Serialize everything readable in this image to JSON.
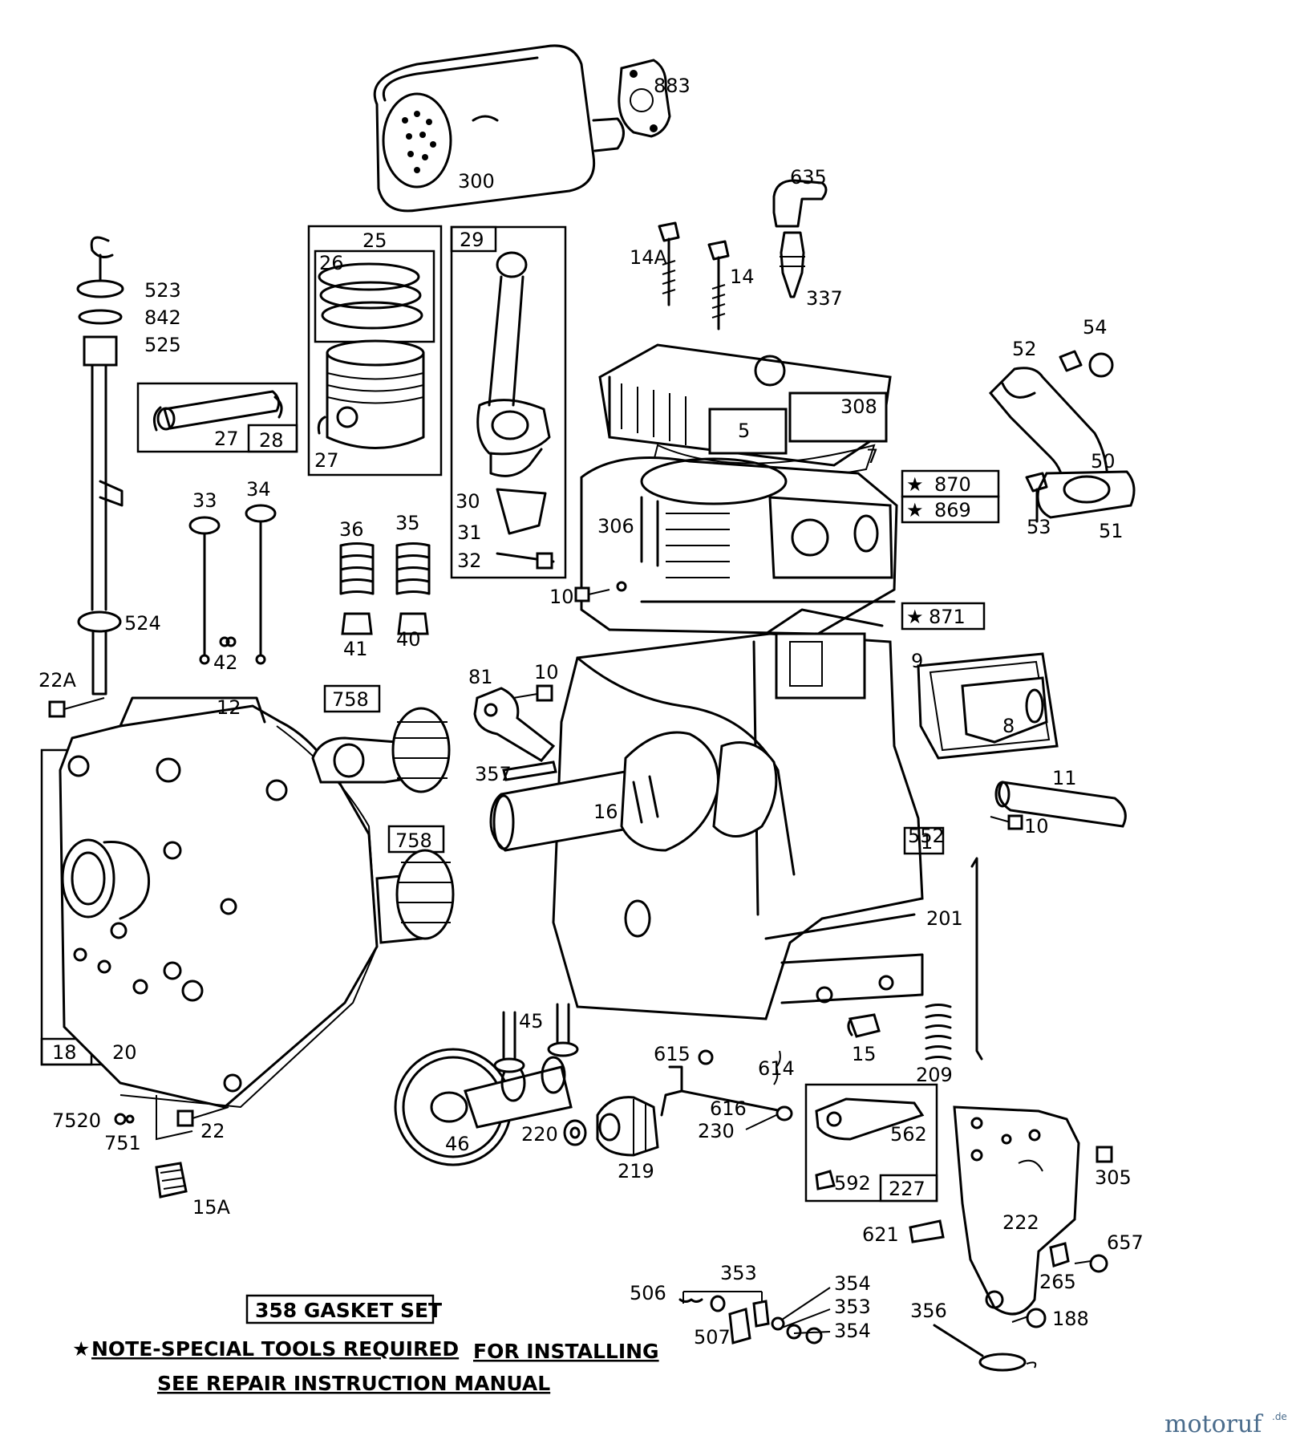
{
  "labels": {
    "l883": "883",
    "l300": "300",
    "l635": "635",
    "l14A": "14A",
    "l14": "14",
    "l337": "337",
    "l25": "25",
    "l26": "26",
    "l29": "29",
    "l523": "523",
    "l842": "842",
    "l525": "525",
    "l27a": "27",
    "l28": "28",
    "l27b": "27",
    "l54": "54",
    "l52": "52",
    "l5": "5",
    "l308": "308",
    "l7": "7",
    "l870": "870",
    "l869": "869",
    "l871": "871",
    "l306": "306",
    "l50": "50",
    "l51": "51",
    "l53": "53",
    "l30": "30",
    "l31": "31",
    "l32": "32",
    "l33": "33",
    "l34": "34",
    "l36": "36",
    "l35": "35",
    "l41": "41",
    "l40": "40",
    "l42": "42",
    "l524": "524",
    "l10a": "10",
    "l10b": "10",
    "l81": "81",
    "l9": "9",
    "l8": "8",
    "l22A": "22A",
    "l12": "12",
    "l758a": "758",
    "l758b": "758",
    "l357": "357",
    "l16": "16",
    "l11": "11",
    "l10c": "10",
    "l552": "552",
    "l1": "1",
    "l201": "201",
    "l18": "18",
    "l20": "20",
    "l45": "45",
    "l15": "15",
    "l209": "209",
    "l615": "615",
    "l614": "614",
    "l616": "616",
    "l230": "230",
    "l562": "562",
    "l7520": "7520",
    "l751": "751",
    "l22": "22",
    "l46": "46",
    "l220": "220",
    "l219": "219",
    "l592": "592",
    "l227": "227",
    "l305": "305",
    "l222": "222",
    "l15A": "15A",
    "l621": "621",
    "l657": "657",
    "l265": "265",
    "l353a": "353",
    "l354a": "354",
    "l353b": "353",
    "l354b": "354",
    "l506": "506",
    "l507": "507",
    "l356": "356",
    "l188": "188"
  },
  "notes": {
    "gasket_set": "358 GASKET SET",
    "special_tools": "NOTE-SPECIAL TOOLS REQUIRED",
    "for_installing": "FOR INSTALLING",
    "see_manual": "SEE REPAIR INSTRUCTION MANUAL",
    "star": "★"
  },
  "watermark": {
    "brand": "motoruf",
    "tld": ".de"
  }
}
